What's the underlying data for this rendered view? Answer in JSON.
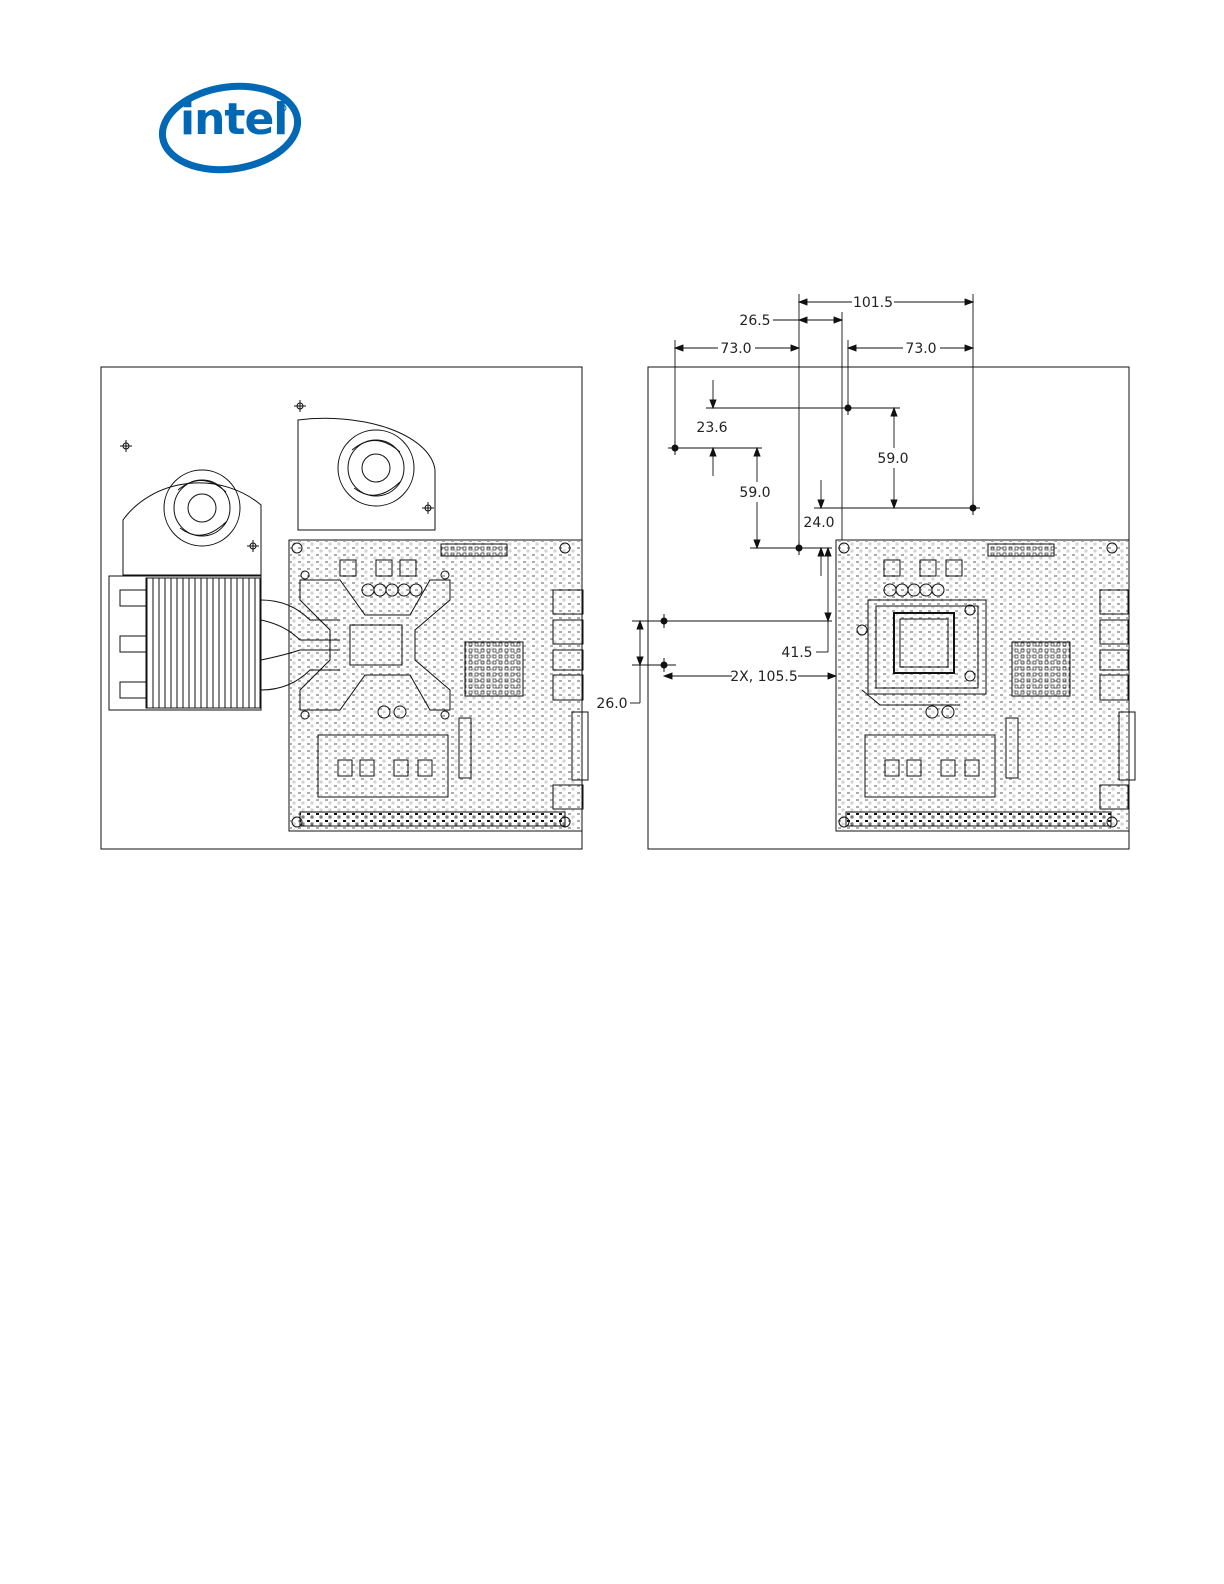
{
  "logo": {
    "text": "intel"
  },
  "colors": {
    "brand": "#0068b5",
    "line": "#111111"
  },
  "dimensions": {
    "d_101_5": "101.5",
    "d_26_5": "26.5",
    "d_73_left": "73.0",
    "d_73_right": "73.0",
    "d_23_6": "23.6",
    "d_59_left": "59.0",
    "d_59_right": "59.0",
    "d_24_0": "24.0",
    "d_41_5": "41.5",
    "d_2x_105_5": "2X, 105.5",
    "d_26_0": "26.0"
  }
}
